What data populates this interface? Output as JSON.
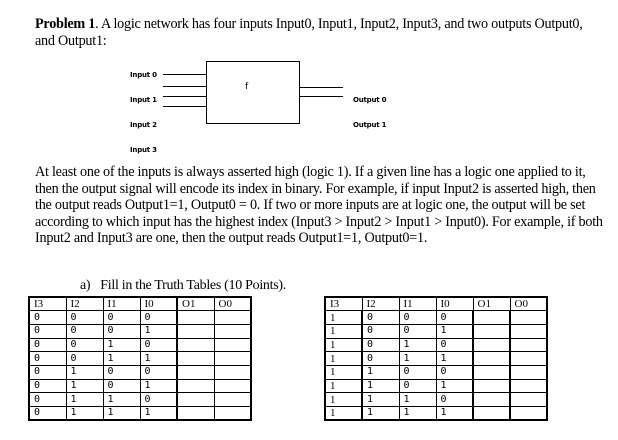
{
  "problem": {
    "title": "Problem 1",
    "intro": ". A logic network has four inputs Input0, Input1, Input2, Input3, and two outputs Output0, and Output1:",
    "body": "At least one of the inputs is always asserted high (logic 1). If a given line has a logic one applied to it, then the output signal will encode its index in binary. For example, if input Input2 is asserted high, then the output reads Output1=1, Output0 = 0. If two or more inputs are at logic one, the output will be set according to which input has the highest index (Input3 > Input2 > Input1 > Input0). For example, if both Input2 and Input3 are one, then the output reads Output1=1, Output0=1."
  },
  "diagram": {
    "block_label": "f",
    "inputs": [
      "Input 0",
      "Input 1",
      "Input 2",
      "Input 3"
    ],
    "outputs": [
      "Output 0",
      "Output 1"
    ]
  },
  "question": {
    "label": "a)",
    "text": "Fill in the Truth Tables (10 Points)."
  },
  "tables": [
    {
      "headers": [
        "I3",
        "I2",
        "I1",
        "I0",
        "O1",
        "O0"
      ],
      "rows": [
        [
          "0",
          "0",
          "0",
          "0",
          "",
          ""
        ],
        [
          "0",
          "0",
          "0",
          "1",
          "",
          ""
        ],
        [
          "0",
          "0",
          "1",
          "0",
          "",
          ""
        ],
        [
          "0",
          "0",
          "1",
          "1",
          "",
          ""
        ],
        [
          "0",
          "1",
          "0",
          "0",
          "",
          ""
        ],
        [
          "0",
          "1",
          "0",
          "1",
          "",
          ""
        ],
        [
          "0",
          "1",
          "1",
          "0",
          "",
          ""
        ],
        [
          "0",
          "1",
          "1",
          "1",
          "",
          ""
        ]
      ]
    },
    {
      "headers": [
        "I3",
        "I2",
        "I1",
        "I0",
        "O1",
        "O0"
      ],
      "rows": [
        [
          "1",
          "0",
          "0",
          "0",
          "",
          ""
        ],
        [
          "1",
          "0",
          "0",
          "1",
          "",
          ""
        ],
        [
          "1",
          "0",
          "1",
          "0",
          "",
          ""
        ],
        [
          "1",
          "0",
          "1",
          "1",
          "",
          ""
        ],
        [
          "1",
          "1",
          "0",
          "0",
          "",
          ""
        ],
        [
          "1",
          "1",
          "0",
          "1",
          "",
          ""
        ],
        [
          "1",
          "1",
          "1",
          "0",
          "",
          ""
        ],
        [
          "1",
          "1",
          "1",
          "1",
          "",
          ""
        ]
      ]
    }
  ]
}
